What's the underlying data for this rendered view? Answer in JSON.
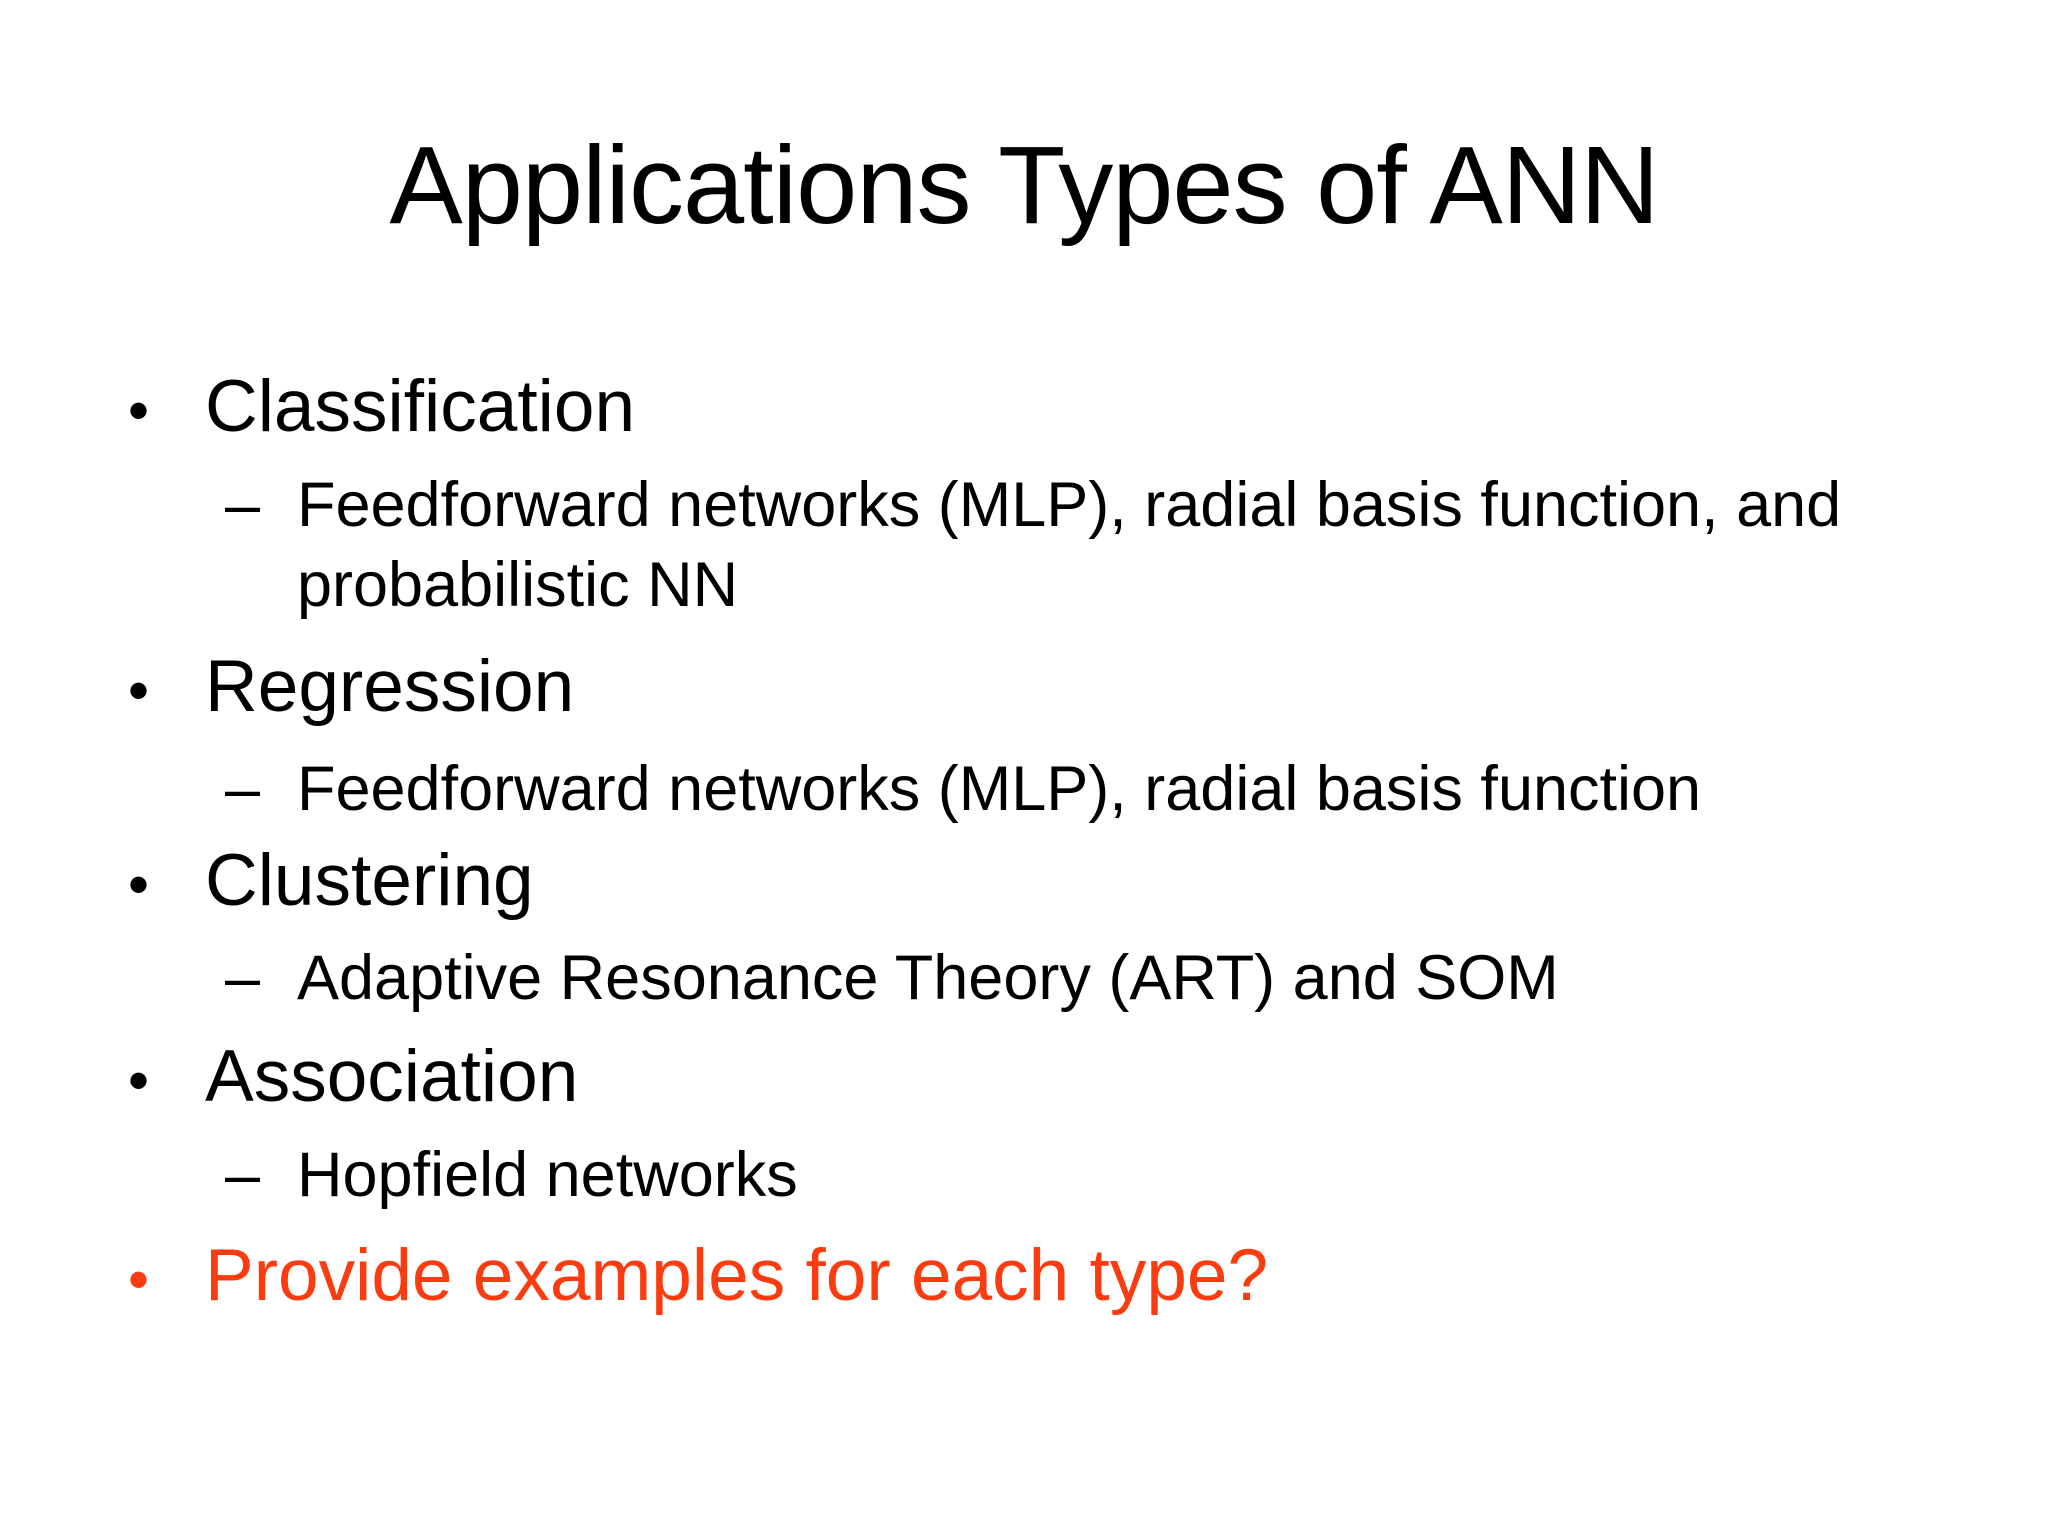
{
  "slide": {
    "title": "Applications Types of ANN",
    "markers": {
      "level1": "•",
      "level2": "–"
    },
    "bullets": [
      {
        "level": 1,
        "text": "Classification",
        "color": "black"
      },
      {
        "level": 2,
        "text": "Feedforward networks (MLP), radial basis function, and probabilistic NN",
        "color": "black"
      },
      {
        "level": 1,
        "text": "Regression",
        "color": "black"
      },
      {
        "level": 2,
        "text": "Feedforward networks (MLP), radial basis function",
        "color": "black"
      },
      {
        "level": 1,
        "text": "Clustering",
        "color": "black"
      },
      {
        "level": 2,
        "text": "Adaptive Resonance Theory (ART) and SOM",
        "color": "black"
      },
      {
        "level": 1,
        "text": "Association",
        "color": "black"
      },
      {
        "level": 2,
        "text": "Hopfield networks",
        "color": "black"
      },
      {
        "level": 1,
        "text": "Provide examples for each type?",
        "color": "accent"
      }
    ],
    "colors": {
      "text": "#000000",
      "accent_red": "#fa3c10",
      "background": "#ffffff"
    }
  }
}
